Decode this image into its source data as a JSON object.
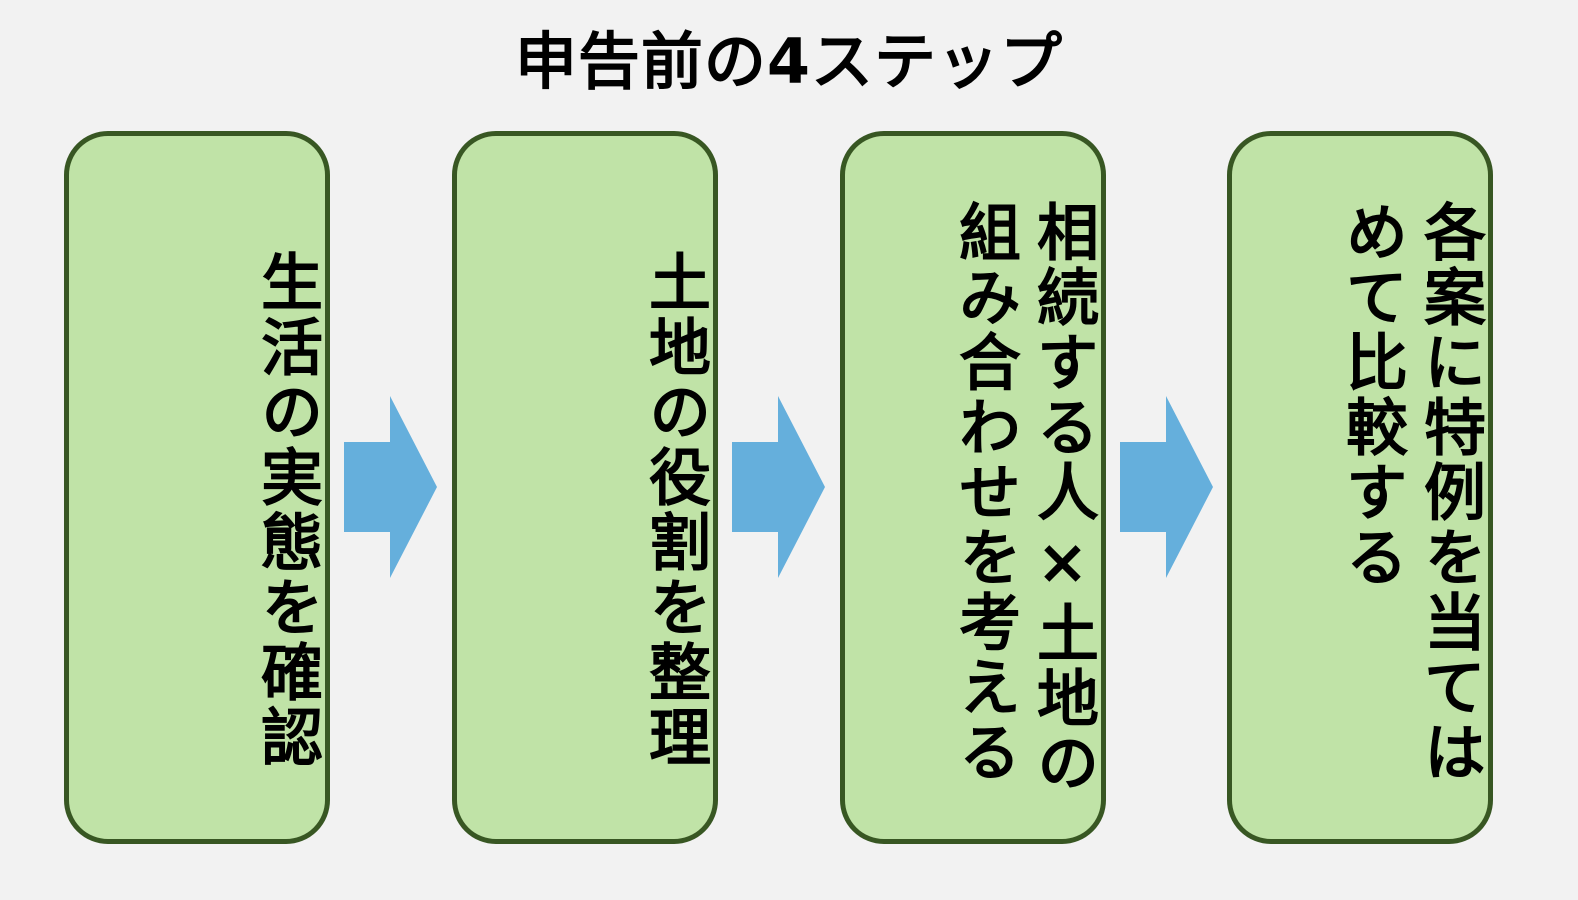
{
  "title": "申告前の4ステップ",
  "colors": {
    "background": "#f2f2f2",
    "box_fill": "#c0e3a7",
    "box_border": "#385723",
    "arrow": "#65afdc",
    "text": "#000000"
  },
  "steps": [
    {
      "text": "生活の実態を確認"
    },
    {
      "text": "土地の役割を整理"
    },
    {
      "text": "相続する人×土地の組み合わせを考える"
    },
    {
      "text": "各案に特例を当てはめて比較する"
    }
  ],
  "arrows": [
    {
      "icon": "right-arrow-icon"
    },
    {
      "icon": "right-arrow-icon"
    },
    {
      "icon": "right-arrow-icon"
    }
  ]
}
